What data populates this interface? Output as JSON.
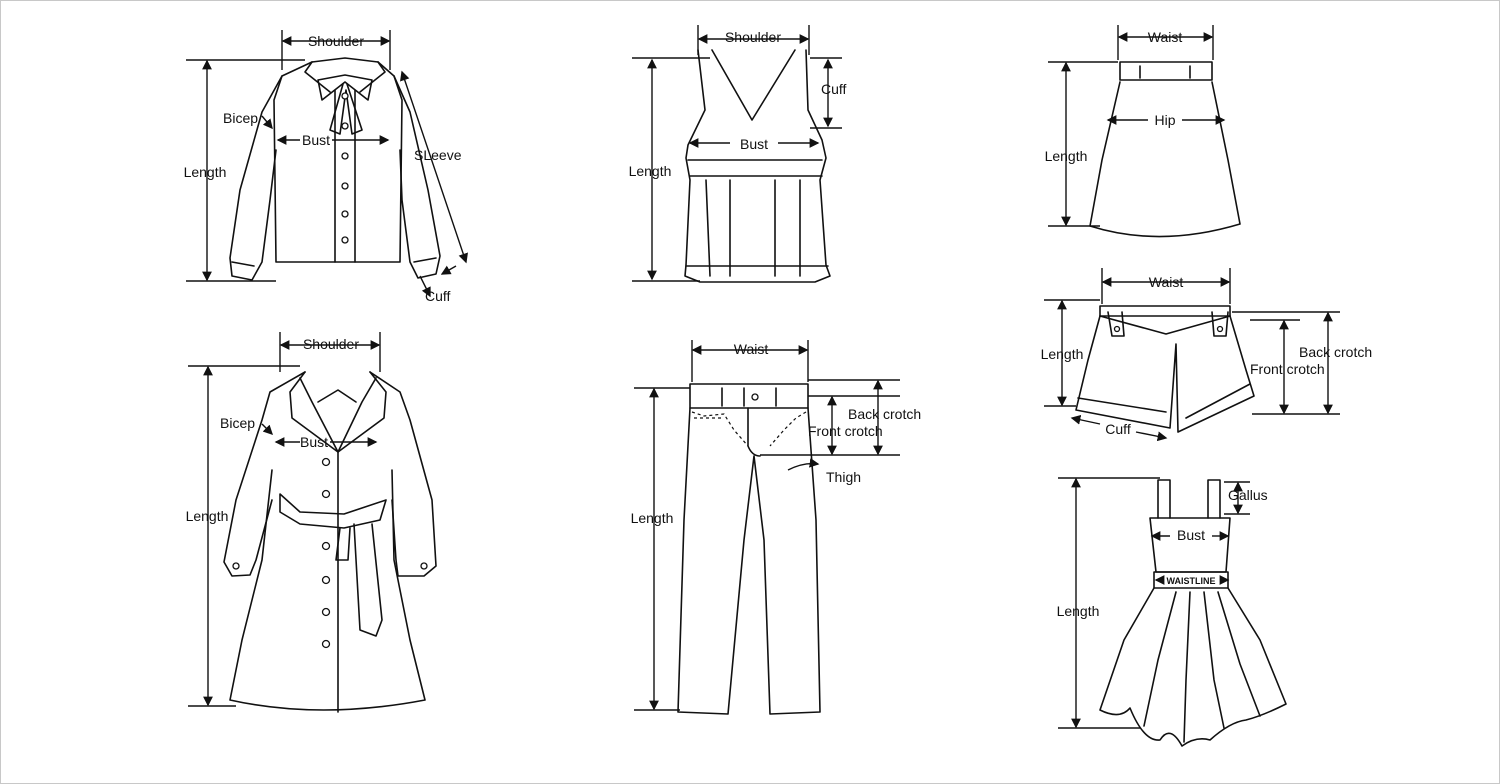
{
  "garments": {
    "shirt": {
      "shoulder": "Shoulder",
      "bicep": "Bicep",
      "bust": "Bust",
      "length": "Length",
      "sleeve": "SLeeve",
      "cuff": "Cuff"
    },
    "tank": {
      "shoulder": "Shoulder",
      "cuff": "Cuff",
      "bust": "Bust",
      "length": "Length"
    },
    "skirt": {
      "waist": "Waist",
      "hip": "Hip",
      "length": "Length"
    },
    "coat": {
      "shoulder": "Shoulder",
      "bicep": "Bicep",
      "bust": "Bust",
      "length": "Length"
    },
    "pants": {
      "waist": "Waist",
      "back_crotch": "Back crotch",
      "front_crotch": "Front crotch",
      "thigh": "Thigh",
      "length": "Length"
    },
    "shorts": {
      "waist": "Waist",
      "length": "Length",
      "front_crotch": "Front crotch",
      "back_crotch": "Back crotch",
      "cuff": "Cuff"
    },
    "dress": {
      "gallus": "Gallus",
      "bust": "Bust",
      "waistline": "WAISTLINE",
      "length": "Length"
    }
  }
}
